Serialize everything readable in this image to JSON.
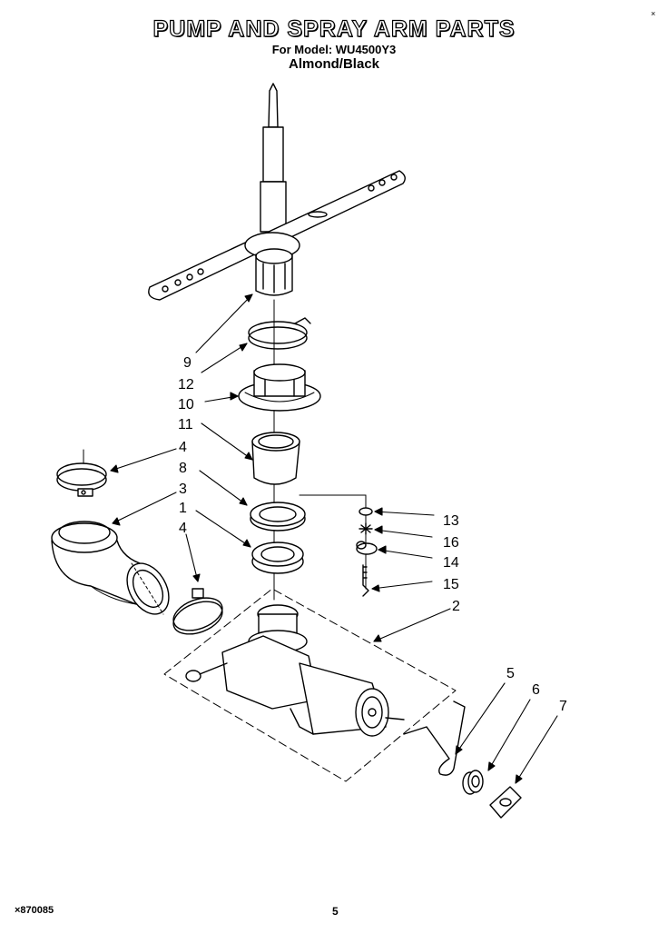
{
  "header": {
    "title": "PUMP AND SPRAY ARM PARTS",
    "model_line": "For Model: WU4500Y3",
    "finish": "Almond/Black"
  },
  "corner_mark": "×",
  "footer": {
    "code": "×870085",
    "page": "5"
  },
  "callouts": [
    {
      "id": "9",
      "label": "9"
    },
    {
      "id": "12",
      "label": "12"
    },
    {
      "id": "10",
      "label": "10"
    },
    {
      "id": "11",
      "label": "11"
    },
    {
      "id": "4a",
      "label": "4"
    },
    {
      "id": "8",
      "label": "8"
    },
    {
      "id": "3",
      "label": "3"
    },
    {
      "id": "1",
      "label": "1"
    },
    {
      "id": "4b",
      "label": "4"
    },
    {
      "id": "13",
      "label": "13"
    },
    {
      "id": "16",
      "label": "16"
    },
    {
      "id": "14",
      "label": "14"
    },
    {
      "id": "15",
      "label": "15"
    },
    {
      "id": "2",
      "label": "2"
    },
    {
      "id": "5",
      "label": "5"
    },
    {
      "id": "6",
      "label": "6"
    },
    {
      "id": "7",
      "label": "7"
    }
  ]
}
